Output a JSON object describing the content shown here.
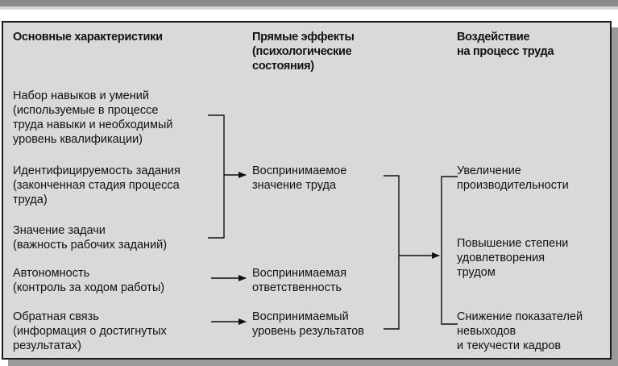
{
  "headers": {
    "characteristics": "Основные характеристики",
    "effects": "Прямые эффекты\n(психологические\nсостояния)",
    "impact": "Воздействие\nна процесс труда"
  },
  "characteristics": [
    "Набор навыков и умений\n(используемые в процессе\nтруда навыки и необходимый\nуровень квалификации)",
    "Идентифицируемость задания\n(законченная стадия процесса\nтруда)",
    "Значение задачи\n(важность рабочих заданий)",
    "Автономность\n(контроль за ходом работы)",
    "Обратная связь\n (информация о достигнутых\nрезультатах)"
  ],
  "effects": [
    "Воспринимаемое\nзначение труда",
    "Воспринимаемая\nответственность",
    "Воспринимаемый\nуровень результатов"
  ],
  "outcomes": [
    "Увеличение\nпроизводительности",
    "Повышение степени\nудовлетворения\nтрудом",
    "Снижение показателей\nневыходов\nи текучести кадров"
  ]
}
